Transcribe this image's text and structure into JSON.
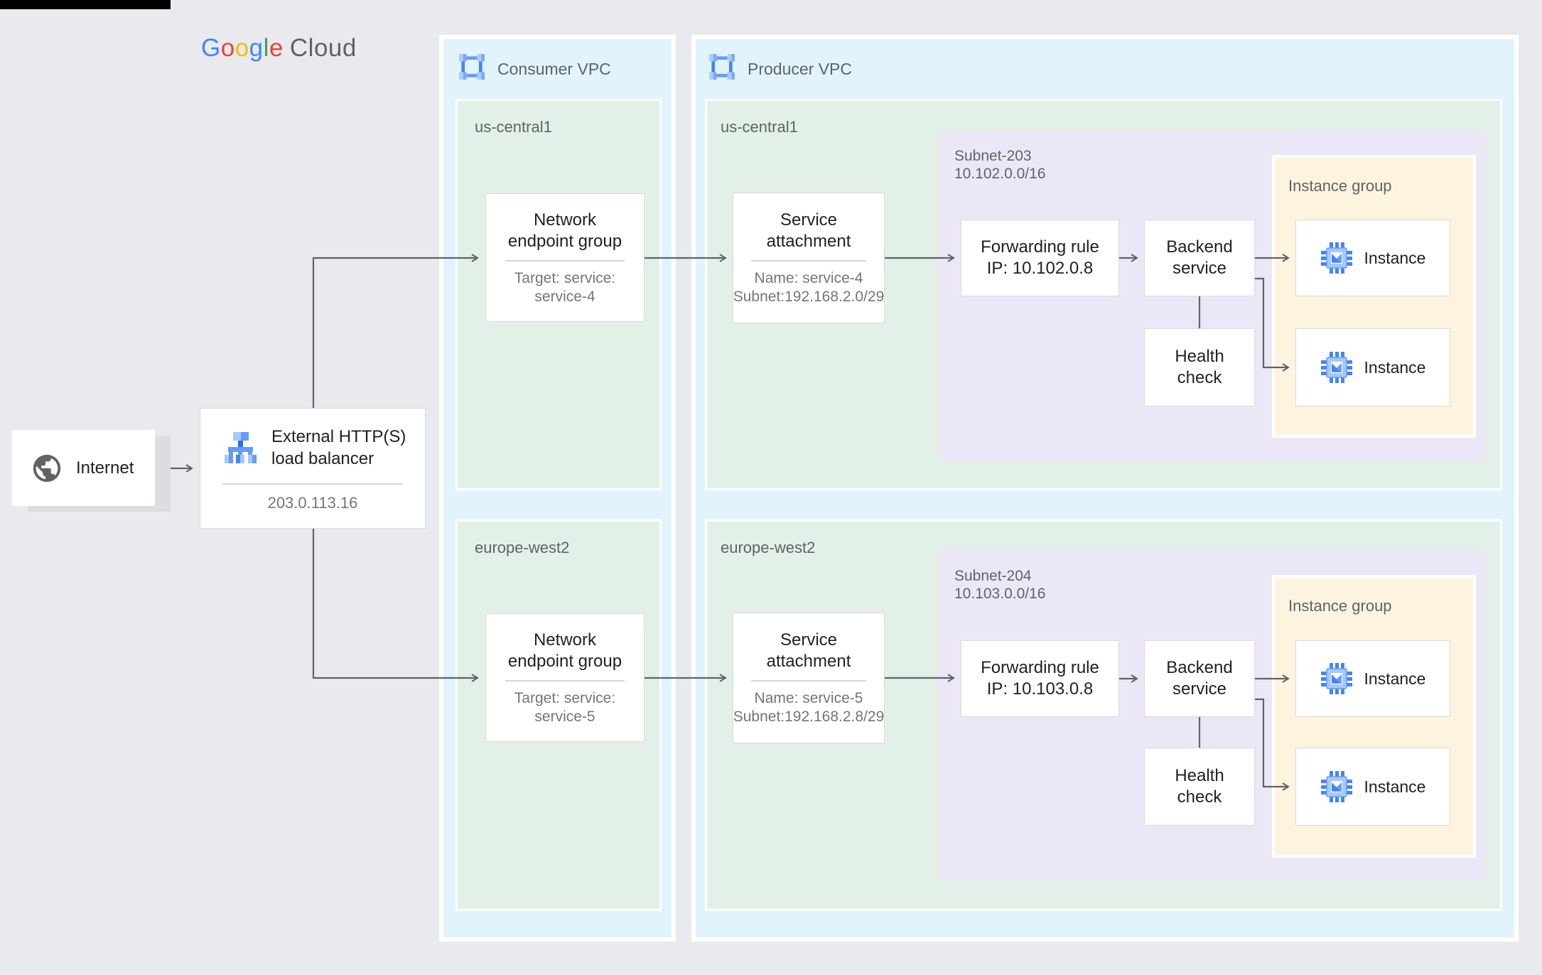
{
  "logo": {
    "letters": [
      {
        "ch": "G",
        "style": "color:#4285F4"
      },
      {
        "ch": "o",
        "style": "color:#EA4335"
      },
      {
        "ch": "o",
        "style": "color:#FBBC04"
      },
      {
        "ch": "g",
        "style": "color:#4285F4"
      },
      {
        "ch": "l",
        "style": "color:#34A853"
      },
      {
        "ch": "e",
        "style": "color:#EA4335"
      }
    ],
    "suffix": "Cloud"
  },
  "internet": {
    "label": "Internet"
  },
  "load_balancer": {
    "title_line1": "External HTTP(S)",
    "title_line2": "load balancer",
    "ip": "203.0.113.16"
  },
  "consumer_vpc": {
    "label": "Consumer VPC",
    "regions": [
      {
        "name": "us-central1",
        "neg": {
          "title_line1": "Network",
          "title_line2": "endpoint group",
          "sub_line1": "Target: service:",
          "sub_line2": "service-4"
        }
      },
      {
        "name": "europe-west2",
        "neg": {
          "title_line1": "Network",
          "title_line2": "endpoint group",
          "sub_line1": "Target: service:",
          "sub_line2": "service-5"
        }
      }
    ]
  },
  "producer_vpc": {
    "label": "Producer VPC",
    "regions": [
      {
        "name": "us-central1",
        "service_attachment": {
          "title_line1": "Service",
          "title_line2": "attachment",
          "sub_line1": "Name: service-4",
          "sub_line2": "Subnet:192.168.2.0/29"
        },
        "subnet": {
          "name": "Subnet-203",
          "cidr": "10.102.0.0/16",
          "forwarding_rule": {
            "line1": "Forwarding rule",
            "line2": "IP: 10.102.0.8"
          },
          "backend_service": {
            "line1": "Backend",
            "line2": "service"
          },
          "health_check": {
            "line1": "Health",
            "line2": "check"
          }
        },
        "instance_group": {
          "label": "Instance group",
          "instances": [
            {
              "label": "Instance"
            },
            {
              "label": "Instance"
            }
          ]
        }
      },
      {
        "name": "europe-west2",
        "service_attachment": {
          "title_line1": "Service",
          "title_line2": "attachment",
          "sub_line1": "Name: service-5",
          "sub_line2": "Subnet:192.168.2.8/29"
        },
        "subnet": {
          "name": "Subnet-204",
          "cidr": "10.103.0.0/16",
          "forwarding_rule": {
            "line1": "Forwarding rule",
            "line2": "IP: 10.103.0.8"
          },
          "backend_service": {
            "line1": "Backend",
            "line2": "service"
          },
          "health_check": {
            "line1": "Health",
            "line2": "check"
          }
        },
        "instance_group": {
          "label": "Instance group",
          "instances": [
            {
              "label": "Instance"
            },
            {
              "label": "Instance"
            }
          ]
        }
      }
    ]
  },
  "colors": {
    "canvas_gray": "#E8EAED",
    "vpc_blue": "#E1F4FD",
    "region_green": "#E3F0E8",
    "subnet_purple": "#ECE7F6",
    "instance_group_yellow": "#FCF4DF",
    "line_gray": "#5F6368",
    "text_dark": "#202124",
    "text_gray": "#757575",
    "brand_blue": "#4285F4",
    "brand_red": "#EA4335",
    "brand_yellow": "#FBBC04",
    "brand_green": "#34A853"
  }
}
